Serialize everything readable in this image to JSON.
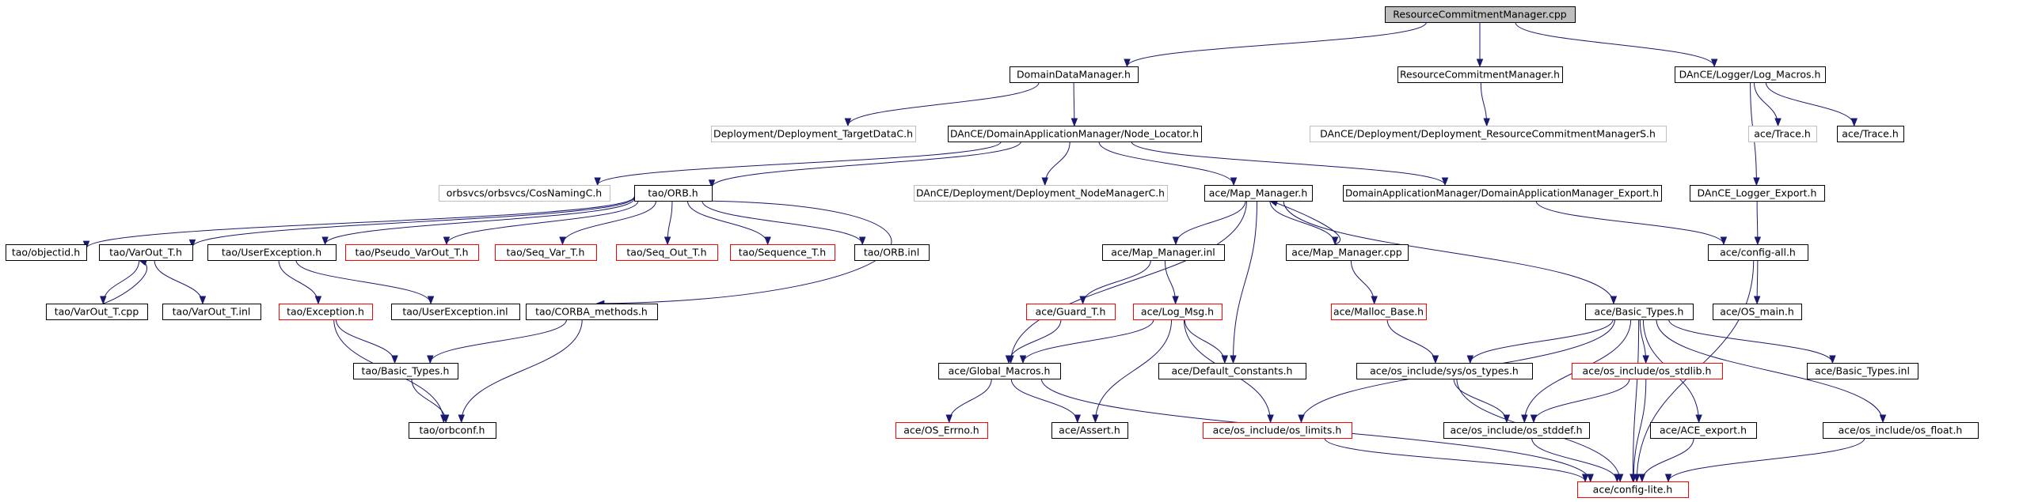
{
  "colors": {
    "black": "#000000",
    "red": "#ff0000",
    "gray": "#bfbfbf",
    "root_fill": "#bfbfbf",
    "edge": "#191970"
  },
  "nodes": {
    "rcm_cpp": {
      "label": "ResourceCommitmentManager.cpp",
      "border": "black",
      "root": true
    },
    "ddm_h": {
      "label": "DomainDataManager.h",
      "border": "black"
    },
    "rcm_h": {
      "label": "ResourceCommitmentManager.h",
      "border": "black"
    },
    "log_macros": {
      "label": "DAnCE/Logger/Log_Macros.h",
      "border": "black"
    },
    "target_datac": {
      "label": "Deployment/Deployment_TargetDataC.h",
      "border": "gray"
    },
    "node_locator": {
      "label": "DAnCE/DomainApplicationManager/Node_Locator.h",
      "border": "black"
    },
    "rcm_s": {
      "label": "DAnCE/Deployment/Deployment_ResourceCommitmentManagerS.h",
      "border": "gray"
    },
    "ace_trace_gray": {
      "label": "ace/Trace.h",
      "border": "gray"
    },
    "ace_trace": {
      "label": "ace/Trace.h",
      "border": "black"
    },
    "cosnaming": {
      "label": "orbsvcs/orbsvcs/CosNamingC.h",
      "border": "gray"
    },
    "tao_orb": {
      "label": "tao/ORB.h",
      "border": "black"
    },
    "nodemanagerc": {
      "label": "DAnCE/Deployment/Deployment_NodeManagerC.h",
      "border": "gray"
    },
    "map_manager_h": {
      "label": "ace/Map_Manager.h",
      "border": "black"
    },
    "dam_export": {
      "label": "DomainApplicationManager/DomainApplicationManager_Export.h",
      "border": "black"
    },
    "logger_export": {
      "label": "DAnCE_Logger_Export.h",
      "border": "black"
    },
    "objectid": {
      "label": "tao/objectid.h",
      "border": "black"
    },
    "varout_h": {
      "label": "tao/VarOut_T.h",
      "border": "black"
    },
    "userexc_h": {
      "label": "tao/UserException.h",
      "border": "black"
    },
    "pseudo_varout": {
      "label": "tao/Pseudo_VarOut_T.h",
      "border": "red"
    },
    "seq_var": {
      "label": "tao/Seq_Var_T.h",
      "border": "red"
    },
    "seq_out": {
      "label": "tao/Seq_Out_T.h",
      "border": "red"
    },
    "sequence_t": {
      "label": "tao/Sequence_T.h",
      "border": "red"
    },
    "orb_inl": {
      "label": "tao/ORB.inl",
      "border": "black"
    },
    "map_manager_inl": {
      "label": "ace/Map_Manager.inl",
      "border": "black"
    },
    "map_manager_cpp": {
      "label": "ace/Map_Manager.cpp",
      "border": "black"
    },
    "config_all": {
      "label": "ace/config-all.h",
      "border": "black"
    },
    "varout_cpp": {
      "label": "tao/VarOut_T.cpp",
      "border": "black"
    },
    "varout_inl": {
      "label": "tao/VarOut_T.inl",
      "border": "black"
    },
    "exception_h": {
      "label": "tao/Exception.h",
      "border": "red"
    },
    "userexc_inl": {
      "label": "tao/UserException.inl",
      "border": "black"
    },
    "corba_methods": {
      "label": "tao/CORBA_methods.h",
      "border": "black"
    },
    "guard_t": {
      "label": "ace/Guard_T.h",
      "border": "red"
    },
    "log_msg": {
      "label": "ace/Log_Msg.h",
      "border": "red"
    },
    "malloc_base": {
      "label": "ace/Malloc_Base.h",
      "border": "red"
    },
    "basic_types_ace": {
      "label": "ace/Basic_Types.h",
      "border": "black"
    },
    "os_main": {
      "label": "ace/OS_main.h",
      "border": "black"
    },
    "tao_basic_types": {
      "label": "tao/Basic_Types.h",
      "border": "black"
    },
    "global_macros": {
      "label": "ace/Global_Macros.h",
      "border": "black"
    },
    "default_constants": {
      "label": "ace/Default_Constants.h",
      "border": "black"
    },
    "sys_types": {
      "label": "ace/os_include/sys/os_types.h",
      "border": "black"
    },
    "os_stdlib": {
      "label": "ace/os_include/os_stdlib.h",
      "border": "red"
    },
    "basic_types_inl": {
      "label": "ace/Basic_Types.inl",
      "border": "black"
    },
    "orbconf": {
      "label": "tao/orbconf.h",
      "border": "black"
    },
    "os_errno": {
      "label": "ace/OS_Errno.h",
      "border": "red"
    },
    "assert_h": {
      "label": "ace/Assert.h",
      "border": "black"
    },
    "os_limits": {
      "label": "ace/os_include/os_limits.h",
      "border": "red"
    },
    "os_stddef": {
      "label": "ace/os_include/os_stddef.h",
      "border": "black"
    },
    "ace_export": {
      "label": "ace/ACE_export.h",
      "border": "black"
    },
    "os_float": {
      "label": "ace/os_include/os_float.h",
      "border": "black"
    },
    "config_lite": {
      "label": "ace/config-lite.h",
      "border": "red"
    }
  },
  "edges": [
    [
      "rcm_cpp",
      "ddm_h"
    ],
    [
      "rcm_cpp",
      "rcm_h"
    ],
    [
      "rcm_cpp",
      "log_macros"
    ],
    [
      "ddm_h",
      "target_datac"
    ],
    [
      "ddm_h",
      "node_locator"
    ],
    [
      "rcm_h",
      "rcm_s"
    ],
    [
      "log_macros",
      "ace_trace_gray"
    ],
    [
      "log_macros",
      "ace_trace"
    ],
    [
      "log_macros",
      "logger_export"
    ],
    [
      "node_locator",
      "cosnaming"
    ],
    [
      "node_locator",
      "tao_orb"
    ],
    [
      "node_locator",
      "nodemanagerc"
    ],
    [
      "node_locator",
      "map_manager_h"
    ],
    [
      "node_locator",
      "dam_export"
    ],
    [
      "tao_orb",
      "objectid"
    ],
    [
      "tao_orb",
      "varout_h"
    ],
    [
      "tao_orb",
      "userexc_h"
    ],
    [
      "tao_orb",
      "pseudo_varout"
    ],
    [
      "tao_orb",
      "seq_var"
    ],
    [
      "tao_orb",
      "seq_out"
    ],
    [
      "tao_orb",
      "sequence_t"
    ],
    [
      "tao_orb",
      "orb_inl"
    ],
    [
      "tao_orb",
      "corba_methods"
    ],
    [
      "varout_h",
      "varout_cpp"
    ],
    [
      "varout_cpp",
      "varout_h"
    ],
    [
      "varout_h",
      "varout_inl"
    ],
    [
      "userexc_h",
      "exception_h"
    ],
    [
      "userexc_h",
      "userexc_inl"
    ],
    [
      "exception_h",
      "tao_basic_types"
    ],
    [
      "exception_h",
      "orbconf"
    ],
    [
      "corba_methods",
      "tao_basic_types"
    ],
    [
      "corba_methods",
      "orbconf"
    ],
    [
      "tao_basic_types",
      "orbconf"
    ],
    [
      "map_manager_h",
      "map_manager_inl"
    ],
    [
      "map_manager_h",
      "map_manager_cpp"
    ],
    [
      "map_manager_cpp",
      "map_manager_h"
    ],
    [
      "map_manager_h",
      "global_macros"
    ],
    [
      "map_manager_h",
      "default_constants"
    ],
    [
      "map_manager_h",
      "basic_types_ace"
    ],
    [
      "map_manager_inl",
      "guard_t"
    ],
    [
      "map_manager_inl",
      "log_msg"
    ],
    [
      "guard_t",
      "global_macros"
    ],
    [
      "log_msg",
      "global_macros"
    ],
    [
      "log_msg",
      "default_constants"
    ],
    [
      "log_msg",
      "assert_h"
    ],
    [
      "log_msg",
      "os_limits"
    ],
    [
      "map_manager_cpp",
      "malloc_base"
    ],
    [
      "malloc_base",
      "sys_types"
    ],
    [
      "dam_export",
      "config_all"
    ],
    [
      "logger_export",
      "config_all"
    ],
    [
      "config_all",
      "os_main"
    ],
    [
      "config_all",
      "config_lite"
    ],
    [
      "global_macros",
      "os_errno"
    ],
    [
      "global_macros",
      "assert_h"
    ],
    [
      "global_macros",
      "config_lite"
    ],
    [
      "basic_types_ace",
      "os_limits"
    ],
    [
      "basic_types_ace",
      "sys_types"
    ],
    [
      "basic_types_ace",
      "os_stdlib"
    ],
    [
      "basic_types_ace",
      "os_stddef"
    ],
    [
      "basic_types_ace",
      "basic_types_inl"
    ],
    [
      "basic_types_ace",
      "ace_export"
    ],
    [
      "basic_types_ace",
      "os_float"
    ],
    [
      "basic_types_ace",
      "config_lite"
    ],
    [
      "sys_types",
      "os_stddef"
    ],
    [
      "sys_types",
      "config_lite"
    ],
    [
      "os_stdlib",
      "os_stddef"
    ],
    [
      "os_stdlib",
      "config_lite"
    ],
    [
      "os_limits",
      "config_lite"
    ],
    [
      "os_stddef",
      "config_lite"
    ],
    [
      "ace_export",
      "config_lite"
    ],
    [
      "os_float",
      "config_lite"
    ]
  ]
}
